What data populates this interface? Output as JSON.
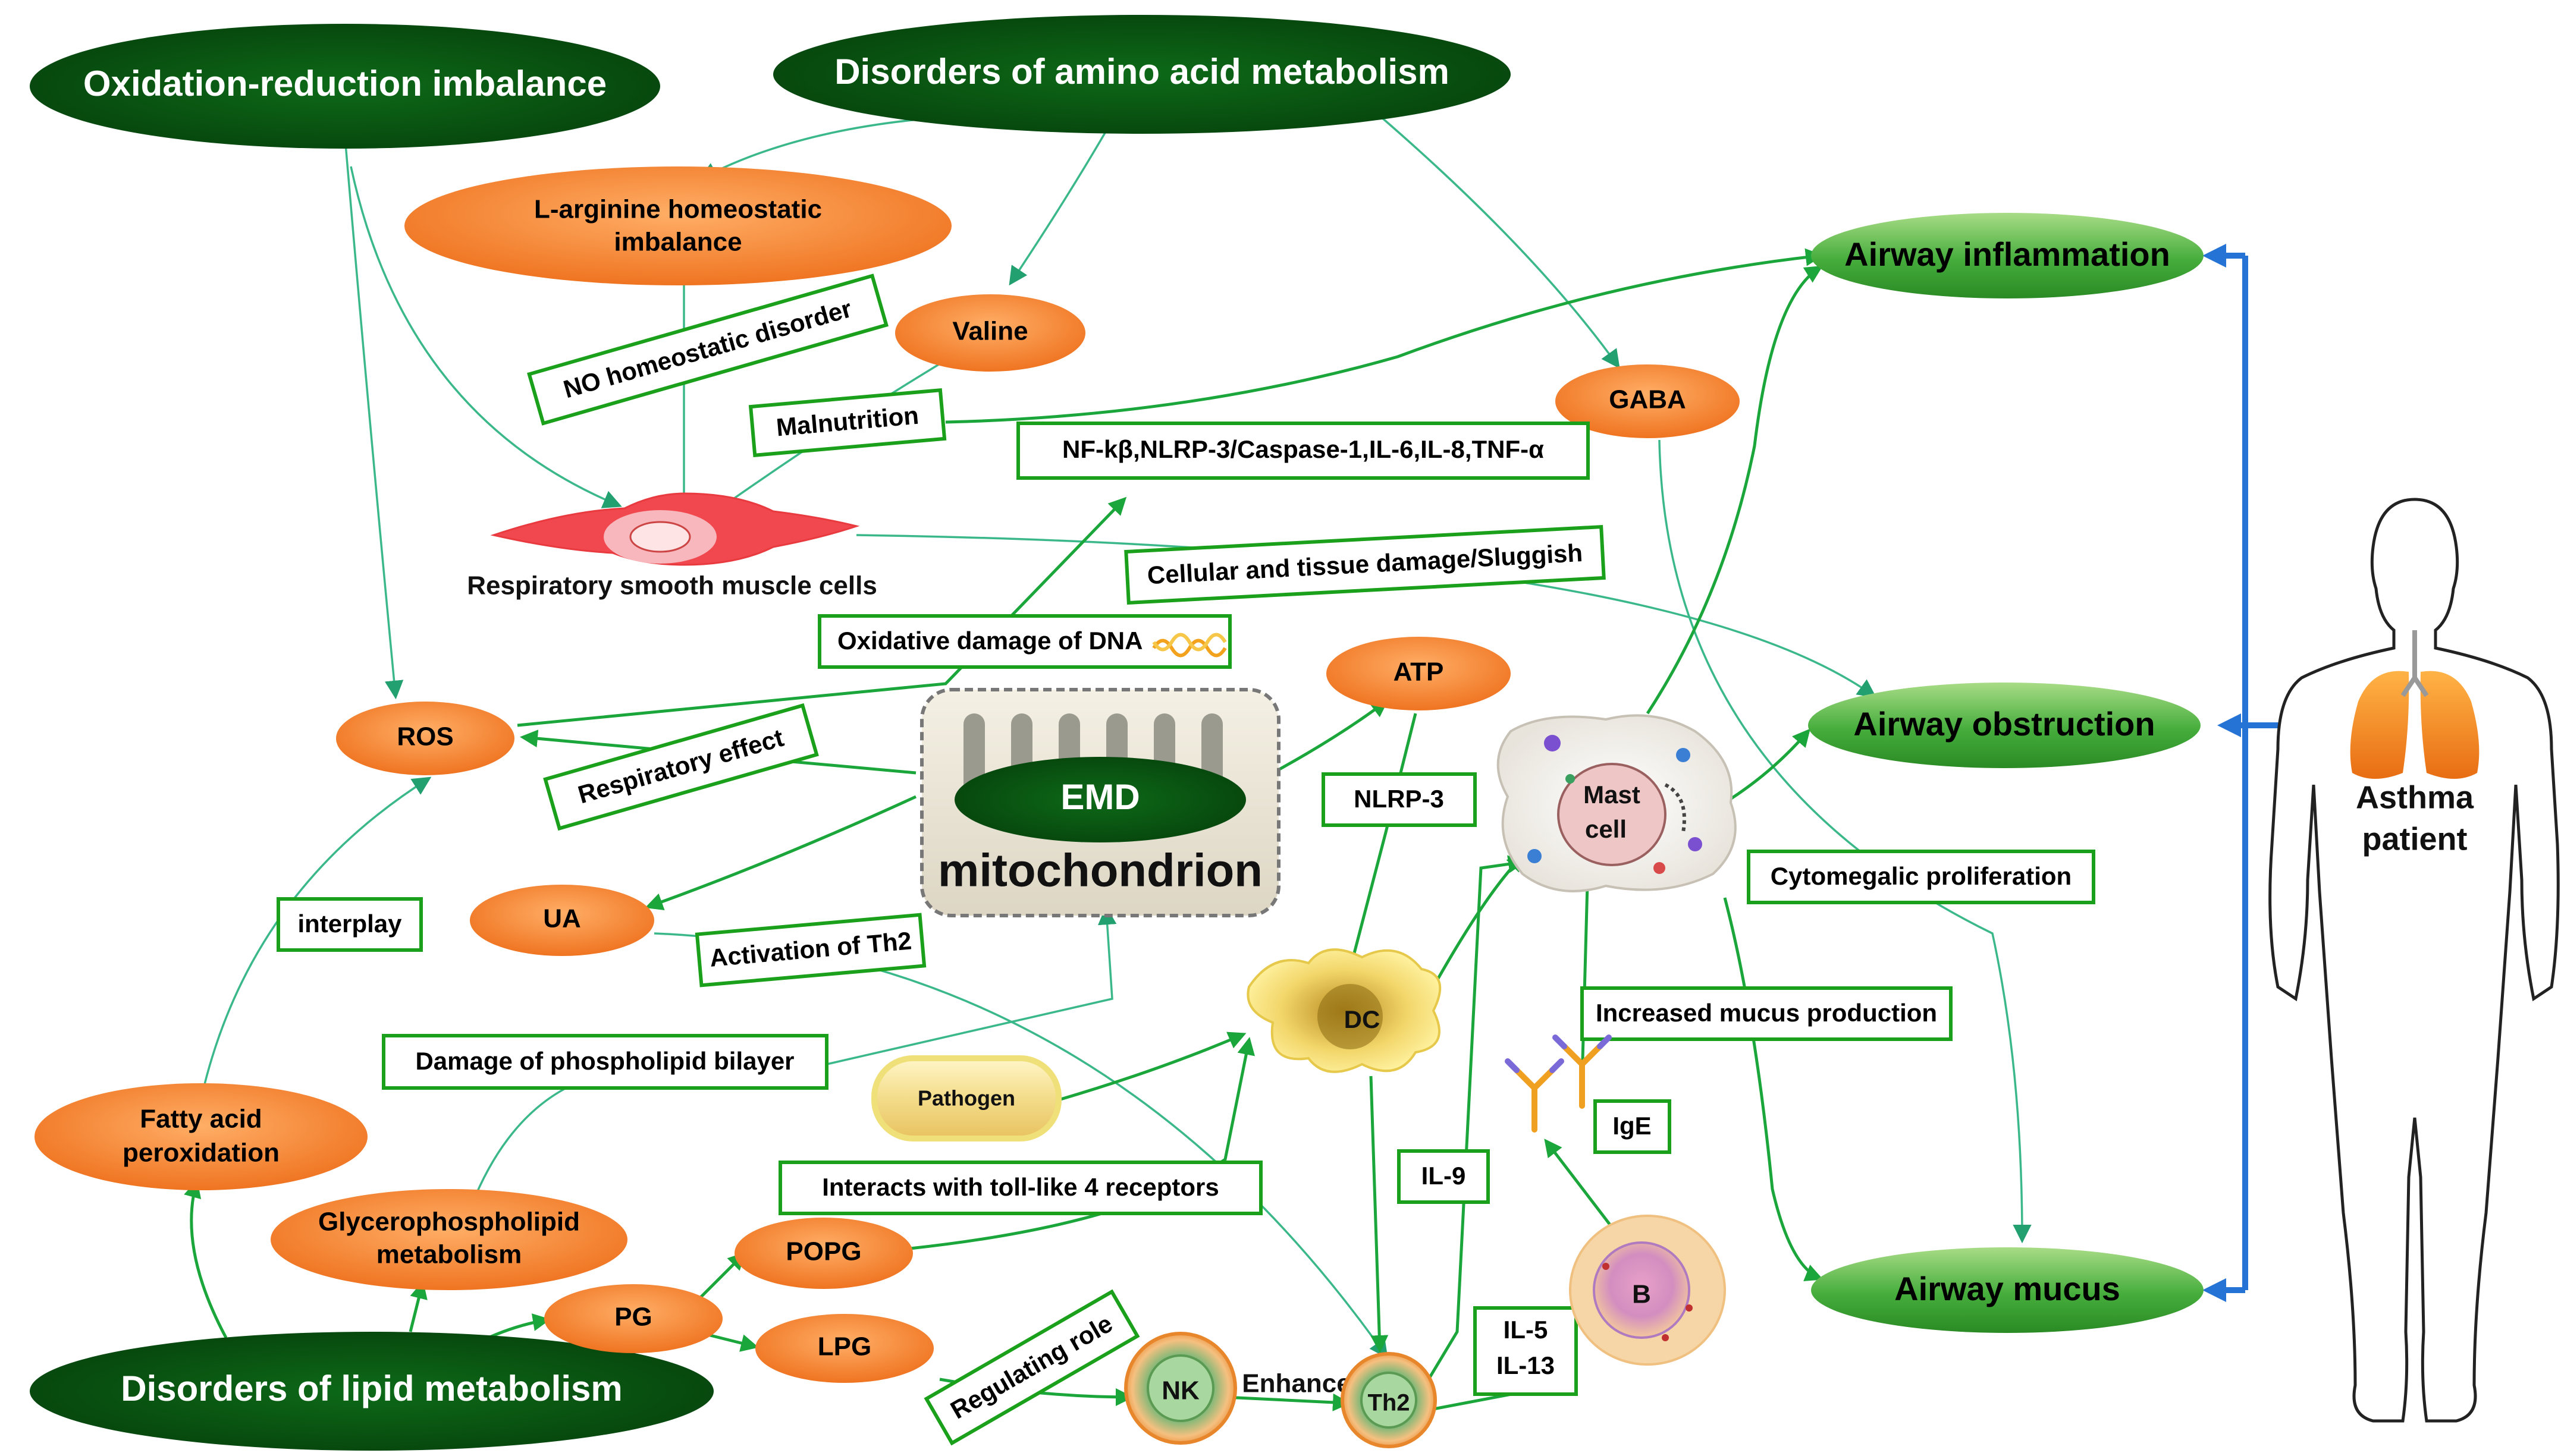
{
  "categories": {
    "oxidation": "Oxidation-reduction imbalance",
    "amino": "Disorders of amino acid metabolism",
    "lipid": "Disorders of lipid metabolism",
    "emd": "EMD"
  },
  "metabolites": {
    "larginine": [
      "L-arginine homeostatic",
      "imbalance"
    ],
    "valine": "Valine",
    "gaba": "GABA",
    "ros": "ROS",
    "ua": "UA",
    "atp": "ATP",
    "fatty": [
      "Fatty acid",
      "peroxidation"
    ],
    "glycero": [
      "Glycerophospholipid",
      "metabolism"
    ],
    "popg": "POPG",
    "pg": "PG",
    "lpg": "LPG"
  },
  "labels": {
    "no_disorder": "NO homeostatic disorder",
    "malnutrition": "Malnutrition",
    "nfkb": "NF-kβ,NLRP-3/Caspase-1,IL-6,IL-8,TNF-α",
    "cellular_damage": "Cellular and tissue damage/Sluggish",
    "oxidative_dna": "Oxidative damage of DNA",
    "respiratory_effect": "Respiratory effect",
    "nlrp3": "NLRP-3",
    "cytomegalic": "Cytomegalic proliferation",
    "interplay": "interplay",
    "activation_th2": "Activation of Th2",
    "increased_mucus": "Increased mucus production",
    "damage_phospho": "Damage of phospholipid bilayer",
    "toll": "Interacts with toll-like 4 receptors",
    "il9": "IL-9",
    "ige": "IgE",
    "il5": "IL-5",
    "il13": "IL-13",
    "regulating": "Regulating role",
    "enhance": "Enhance"
  },
  "outcomes": {
    "inflammation": "Airway inflammation",
    "obstruction": "Airway obstruction",
    "mucus": "Airway mucus"
  },
  "cells": {
    "smooth_muscle": "Respiratory smooth muscle cells",
    "mitochondrion": "mitochondrion",
    "mast": [
      "Mast",
      "cell"
    ],
    "dc": "DC",
    "pathogen": "Pathogen",
    "b": "B",
    "nk": "NK",
    "th2": "Th2"
  },
  "patient": [
    "Asthma",
    "patient"
  ],
  "colors": {
    "dark_green": "#0a5a12",
    "orange": "#f07a28",
    "light_green": "#3aa83a",
    "box_border": "#1aa01a",
    "arrow": "#1aa63a",
    "blue_arrow": "#2573d4"
  }
}
